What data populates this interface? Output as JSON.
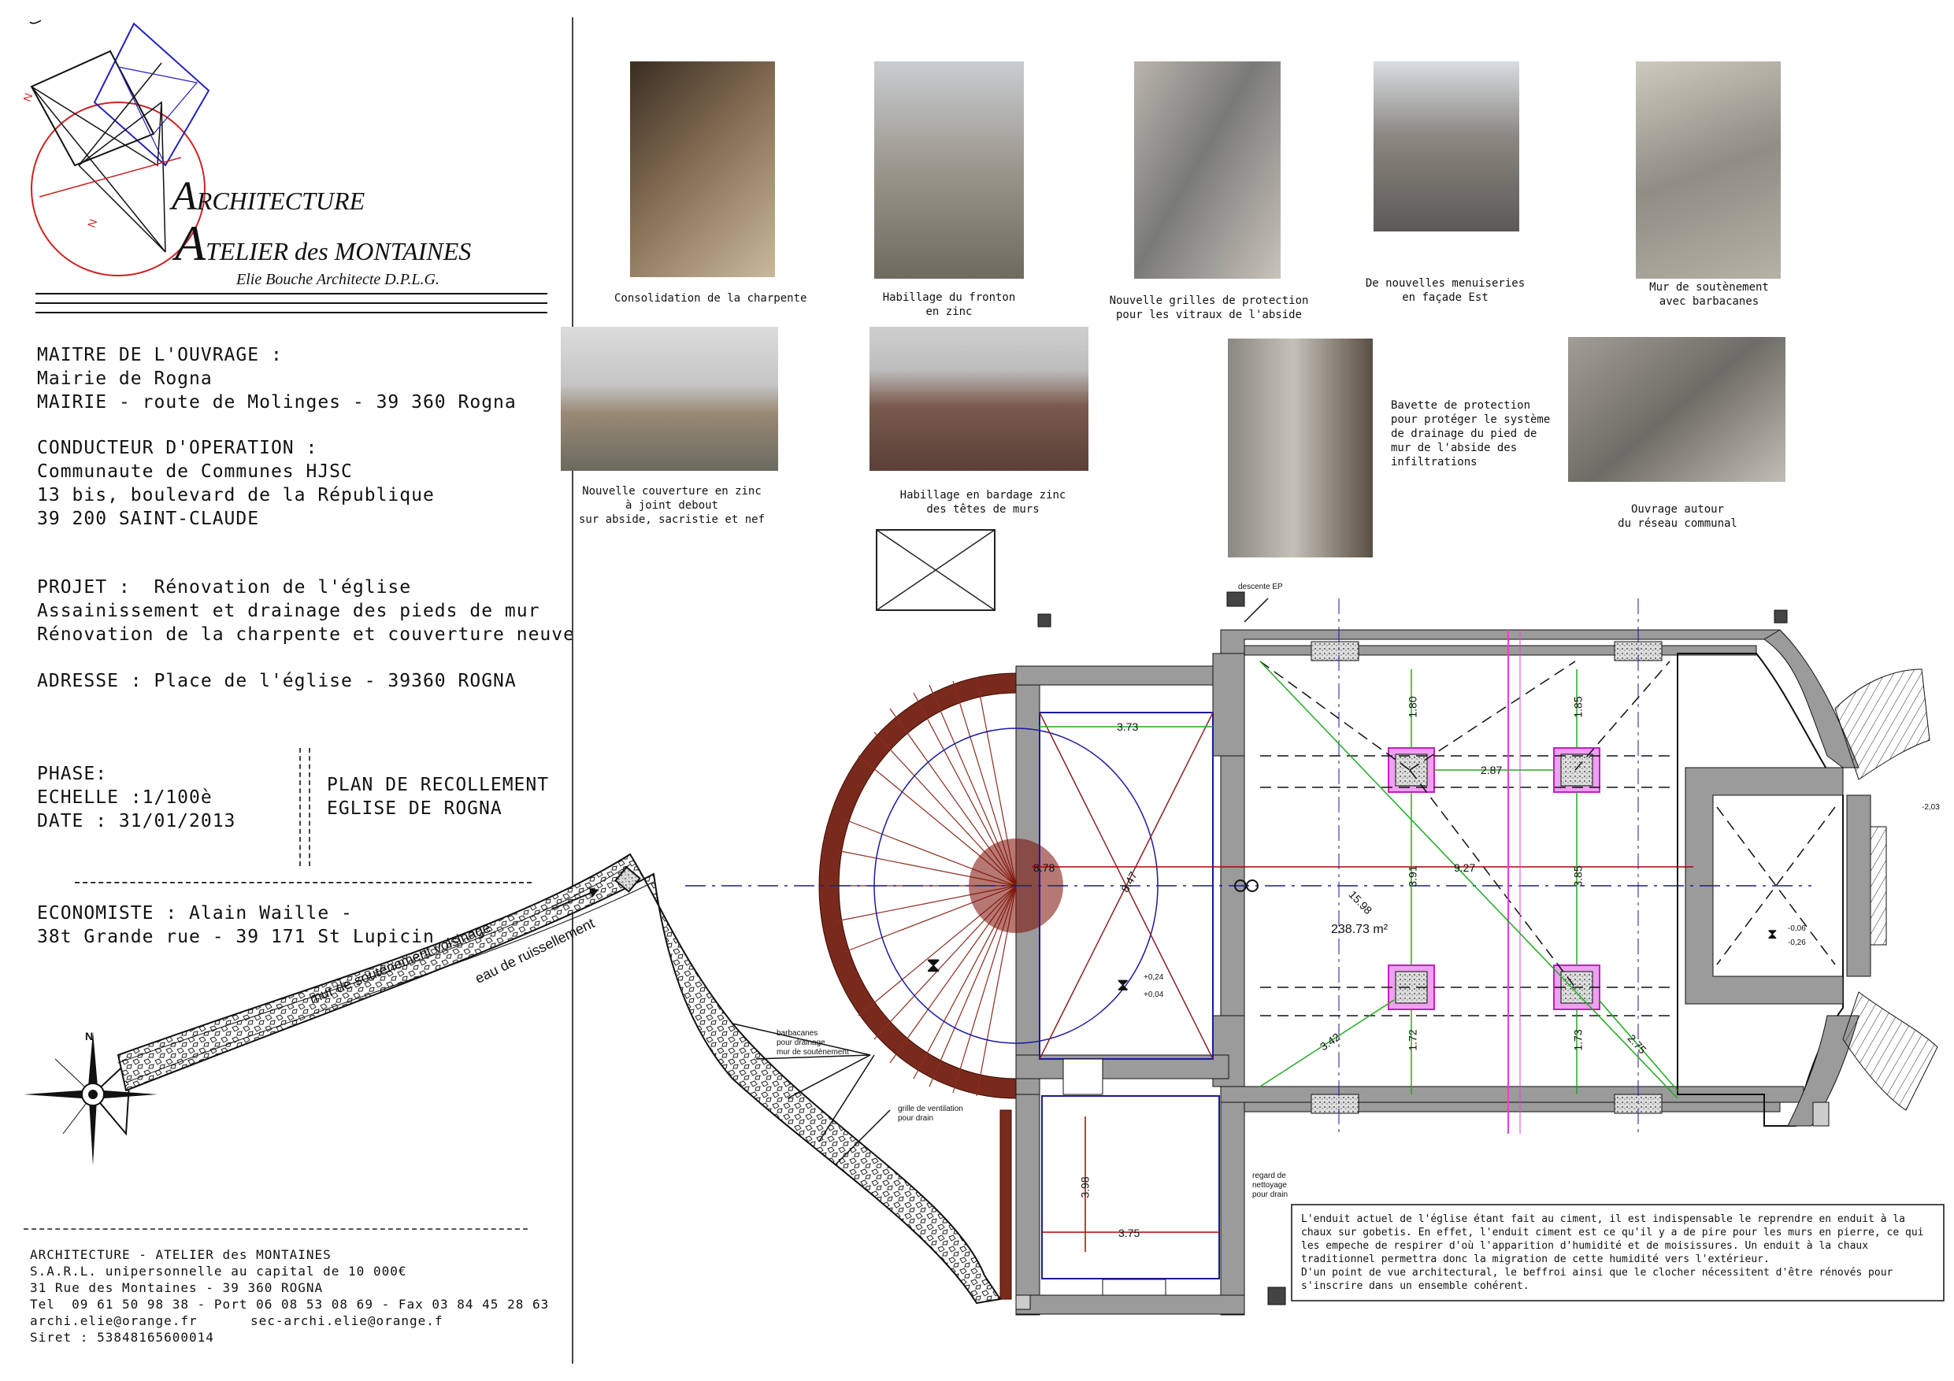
{
  "logo": {
    "line1_initial": "A",
    "line1_rest": "RCHITECTURE",
    "line2_initial": "A",
    "line2_rest": "TELIER des MONTAINES",
    "author": "Elie Bouche Architecte D.P.L.G."
  },
  "info": {
    "owner_title": "MAITRE DE L'OUVRAGE :",
    "owner_name": "Mairie de Rogna",
    "owner_address": "MAIRIE - route de Molinges - 39 360 Rogna",
    "conductor_title": "CONDUCTEUR D'OPERATION :",
    "conductor_name": "Communaute de Communes HJSC",
    "conductor_address1": "13 bis, boulevard de la République",
    "conductor_address2": "39 200 SAINT-CLAUDE",
    "project_line1": "PROJET :  Rénovation de l'église",
    "project_line2": "Assainissement et drainage des pieds de mur",
    "project_line3": "Rénovation de la charpente et couverture neuve",
    "address_line": "ADRESSE : Place de l'église - 39360 ROGNA",
    "phase": "PHASE:",
    "scale": "ECHELLE :1/100è",
    "date": "DATE : 31/01/2013",
    "plan_title1": "PLAN DE RECOLLEMENT",
    "plan_title2": "EGLISE DE ROGNA",
    "economist_line1": "ECONOMISTE : Alain Waille -",
    "economist_line2": "38t Grande rue - 39 171 St Lupicin"
  },
  "footer": {
    "line1": "ARCHITECTURE - ATELIER des MONTAINES",
    "line2": "S.A.R.L. unipersonnelle au capital de 10 000€",
    "line3": "31 Rue des Montaines - 39 360 ROGNA",
    "line4": "Tel  09 61 50 98 38 - Port 06 08 53 08 69 - Fax 03 84 45 28 63",
    "line5a": "archi.elie@orange.fr",
    "line5b": "sec-archi.elie@orange.f",
    "line6": "Siret : 53848165600014"
  },
  "photos": [
    {
      "caption": "Consolidation de la charpente",
      "color": "#6b5a45"
    },
    {
      "caption": "Habillage du fronton\nen zinc",
      "color": "#8d8a82"
    },
    {
      "caption": "Nouvelle grilles de protection\npour les vitraux de l'abside",
      "color": "#a09c93"
    },
    {
      "caption": "De nouvelles menuiseries\nen façade Est",
      "color": "#8f8c86"
    },
    {
      "caption": "Mur de soutènement\navec barbacanes",
      "color": "#9b9a90"
    },
    {
      "caption": "Nouvelle couverture en zinc\nà joint debout\nsur abside, sacristie et nef",
      "color": "#9e9c98"
    },
    {
      "caption": "Habillage en bardage zinc\ndes têtes de murs",
      "color": "#6e5850"
    },
    {
      "caption": "Bavette de protection\npour protéger le système\nde drainage du pied de\nmur de l'abside des\ninfiltrations",
      "color": "#95928a"
    },
    {
      "caption": "Ouvrage autour\ndu réseau communal",
      "color": "#8c8a82"
    }
  ],
  "plan": {
    "descente": "descente EP",
    "barbacanes": "barbacanes\npour drainage\nmur de soutènement",
    "grille": "grille de ventilation\npour drain",
    "regard": "regard de\nnettoyage\npour drain",
    "mur_label": "mur de soutènement voisinage",
    "eau_label": "eau de ruissellement",
    "area": "238.73 m²",
    "level_1": "+0,24",
    "level_2": "+0,04",
    "level_3": "-0,06",
    "level_4": "-0,26",
    "level_5": "-2,03",
    "dims": {
      "d373": "3.73",
      "d878": "8.78",
      "d927": "9.27",
      "d1598": "15.98",
      "d287": "2.87",
      "d180": "1.80",
      "d185": "1.85",
      "d391": "3.91",
      "d385": "3.85",
      "d172": "1.72",
      "d173": "1.73",
      "d342": "3.42",
      "d275": "2.75",
      "d398": "3.98",
      "d375": "3.75",
      "d847": "8.47"
    },
    "north": "N"
  },
  "note": "L'enduit actuel de l'église étant fait au ciment, il est indispensable le reprendre en enduit à la chaux sur gobetis. En effet, l'enduit ciment est ce qu'il y a de pire pour les murs en pierre, ce qui les empeche de respirer d'où l'apparition d'humidité et de moisissures. Un enduit à la chaux traditionnel permettra donc la migration de cette humidité vers l'extérieur.\nD'un point de vue architectural, le beffroi ainsi que le clocher nécessitent d'être rénovés pour s'inscrire dans un ensemble cohérent.",
  "colors": {
    "wall_grey": "#9b9b9b",
    "roof_brown": "#7a2a1c",
    "pillar_magenta": "#e040e0",
    "dim_green": "#22aa22",
    "axis_red": "#b00000",
    "axis_blue": "#1a1aa0"
  }
}
